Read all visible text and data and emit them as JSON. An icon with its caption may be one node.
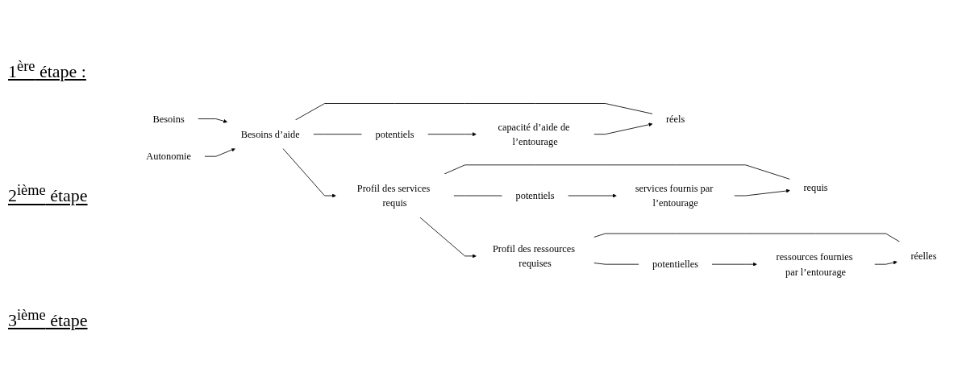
{
  "diagram": {
    "nodes": [
      {
        "text": [
          "Besoins"
        ]
      },
      {
        "text": [
          "Autonomie"
        ]
      },
      {
        "text": [
          "Besoins d’aide"
        ]
      },
      {
        "text": [
          "potentiels"
        ]
      },
      {
        "text": [
          "réels"
        ]
      },
      {
        "text": [
          "capacité d’aide de l’entourage"
        ]
      },
      {
        "text": [
          "Profil des services requis"
        ]
      },
      {
        "text": [
          "potentiels"
        ]
      },
      {
        "text": [
          "requis"
        ]
      },
      {
        "text": [
          "services fournis par l’entourage"
        ]
      },
      {
        "text": [
          "Profil des ressources requises"
        ]
      },
      {
        "text": [
          "potentielles"
        ]
      },
      {
        "text": [
          "réelles"
        ]
      },
      {
        "text": [
          "ressources fournies par l’entourage"
        ]
      }
    ],
    "edges": [
      {
        "from": 0,
        "to": 2,
        "arrow": "to"
      },
      {
        "from": 1,
        "to": 2,
        "arrow": "to"
      },
      {
        "from": 2,
        "to": 3,
        "arrow": "none"
      },
      {
        "from": 2,
        "to": 4,
        "arrow": "none"
      },
      {
        "from": 3,
        "to": 5,
        "arrow": "to"
      },
      {
        "from": 5,
        "to": 4,
        "arrow": "to"
      },
      {
        "from": 2,
        "to": 6,
        "arrow": "to"
      },
      {
        "from": 6,
        "to": 7,
        "arrow": "none"
      },
      {
        "from": 6,
        "to": 8,
        "arrow": "none"
      },
      {
        "from": 7,
        "to": 9,
        "arrow": "to"
      },
      {
        "from": 9,
        "to": 8,
        "arrow": "to"
      },
      {
        "from": 6,
        "to": 10,
        "arrow": "to"
      },
      {
        "from": 10,
        "to": 11,
        "arrow": "none"
      },
      {
        "from": 10,
        "to": 12,
        "arrow": "none"
      },
      {
        "from": 11,
        "to": 13,
        "arrow": "to"
      },
      {
        "from": 13,
        "to": 12,
        "arrow": "to"
      }
    ],
    "labels": [
      "1$^{ère}$ étape :",
      "2$^{ième}$ étape",
      "3$^{ième}$ étape"
    ]
  }
}
